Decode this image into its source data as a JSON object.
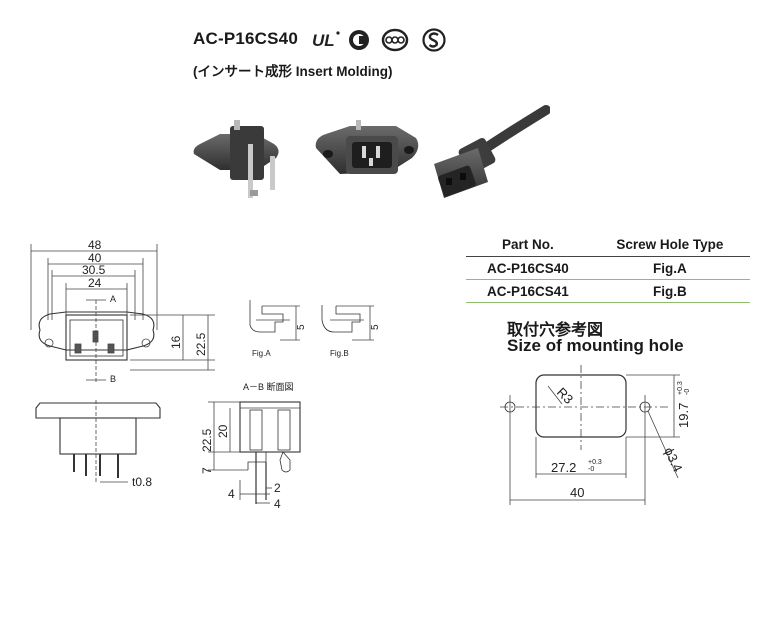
{
  "header": {
    "model": "AC-P16CS40",
    "subtitle": "(インサート成形  Insert Molding)",
    "cert_marks": [
      "ul-icon",
      "csa-icon",
      "ccc-icon",
      "s-mark-icon"
    ]
  },
  "photos": [
    "socket-photo-rear",
    "socket-photo-front",
    "connector-cord-photo"
  ],
  "front_view": {
    "dims": [
      "48",
      "40",
      "30.5",
      "24",
      "A",
      "16",
      "22.5",
      "B"
    ]
  },
  "side_view": {
    "pin_label": "t0.8"
  },
  "fig_a": {
    "label": "Fig.A",
    "dim": "5"
  },
  "fig_b": {
    "label": "Fig.B",
    "dim": "5"
  },
  "section_view": {
    "title": "A－B 断面図",
    "dims": [
      "22.5",
      "20",
      "7",
      "4",
      "2",
      "4"
    ]
  },
  "parts_table": {
    "headers": [
      "Part No.",
      "Screw Hole Type"
    ],
    "rows": [
      [
        "AC-P16CS40",
        "Fig.A"
      ],
      [
        "AC-P16CS41",
        "Fig.B"
      ]
    ]
  },
  "mounting_hole": {
    "title_jp": "取付穴参考図",
    "title_en": "Size of mounting hole",
    "radius_label": "R3",
    "height_label": "19.7",
    "height_tol": "+0.3",
    "height_tol_low": "-0",
    "width_label": "27.2",
    "width_tol": "+0.3",
    "width_tol_low": "-0",
    "hole_dia": "ϕ3.4",
    "pitch": "40"
  }
}
